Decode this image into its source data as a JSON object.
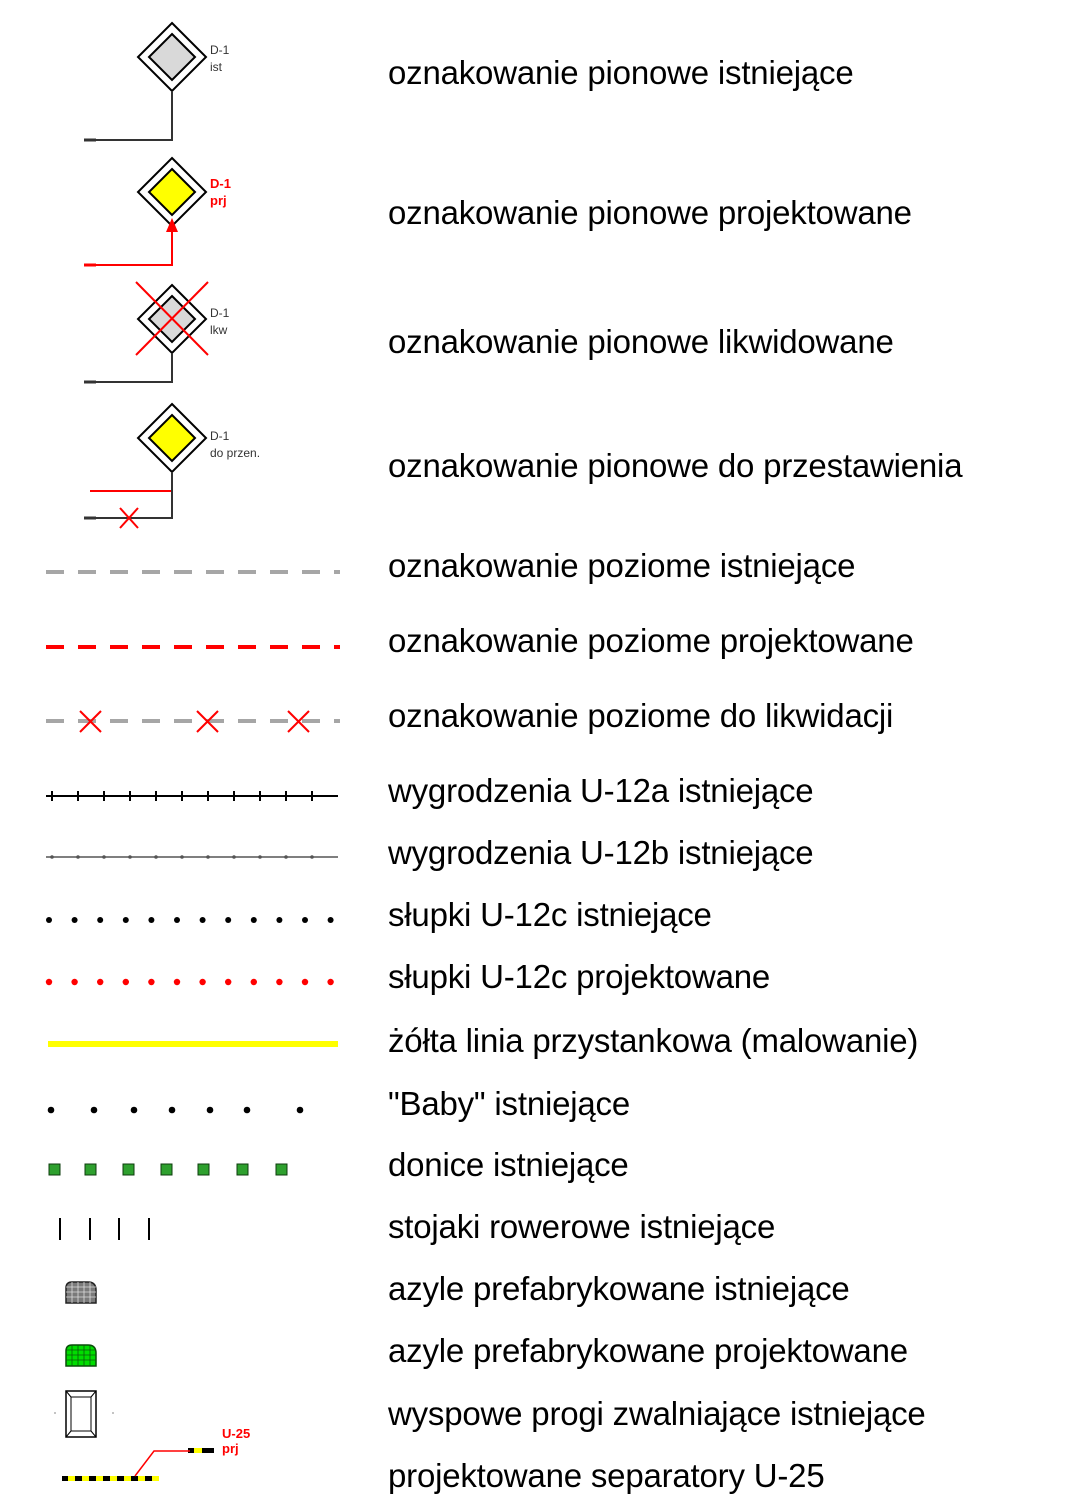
{
  "colors": {
    "existing_sign_fill": "#d9d9d9",
    "projected_sign_fill": "#ffff00",
    "red": "#ff0000",
    "grey_dash": "#a6a6a6",
    "yellow_line": "#ffff00",
    "planter_green": "#2ea02e",
    "island_grey": "#808080",
    "island_green": "#00dd00"
  },
  "sign_tags": {
    "existing": {
      "code": "D-1",
      "status": "ist"
    },
    "projected": {
      "code": "D-1",
      "status": "prj"
    },
    "removed": {
      "code": "D-1",
      "status": "lkw"
    },
    "relocated": {
      "code": "D-1",
      "status": "do przen."
    },
    "separator": {
      "code": "U-25",
      "status": "prj"
    }
  },
  "legend": [
    {
      "id": "sign-existing",
      "symbol": "sign-existing",
      "label": "oznakowanie pionowe istniejące"
    },
    {
      "id": "sign-projected",
      "symbol": "sign-projected",
      "label": "oznakowanie pionowe projektowane"
    },
    {
      "id": "sign-removed",
      "symbol": "sign-removed",
      "label": "oznakowanie pionowe likwidowane"
    },
    {
      "id": "sign-relocated",
      "symbol": "sign-relocated",
      "label": "oznakowanie pionowe do przestawienia"
    },
    {
      "id": "marking-existing",
      "symbol": "dash-grey",
      "label": "oznakowanie poziome istniejące"
    },
    {
      "id": "marking-projected",
      "symbol": "dash-red",
      "label": "oznakowanie poziome projektowane"
    },
    {
      "id": "marking-removed",
      "symbol": "dash-grey-x",
      "label": "oznakowanie poziome do likwidacji"
    },
    {
      "id": "fence-u12a",
      "symbol": "fence-a",
      "label": "wygrodzenia U-12a istniejące"
    },
    {
      "id": "fence-u12b",
      "symbol": "fence-b",
      "label": "wygrodzenia U-12b istniejące"
    },
    {
      "id": "posts-existing",
      "symbol": "dots-black",
      "label": "słupki U-12c istniejące"
    },
    {
      "id": "posts-projected",
      "symbol": "dots-red",
      "label": "słupki U-12c projektowane"
    },
    {
      "id": "bus-stop-line",
      "symbol": "yellow-line",
      "label": "żółta linia przystankowa (malowanie)"
    },
    {
      "id": "baby-existing",
      "symbol": "baby-dots",
      "label": "\"Baby\" istniejące"
    },
    {
      "id": "planters-existing",
      "symbol": "planters",
      "label": "donice istniejące"
    },
    {
      "id": "bike-racks-existing",
      "symbol": "bike-racks",
      "label": "stojaki rowerowe istniejące"
    },
    {
      "id": "islands-existing",
      "symbol": "island-grey",
      "label": "azyle prefabrykowane istniejące"
    },
    {
      "id": "islands-projected",
      "symbol": "island-green",
      "label": "azyle prefabrykowane projektowane"
    },
    {
      "id": "speed-humps-existing",
      "symbol": "speed-hump",
      "label": "wyspowe progi zwalniające istniejące"
    },
    {
      "id": "separators-projected",
      "symbol": "separator-u25",
      "label": "projektowane separatory U-25"
    }
  ]
}
